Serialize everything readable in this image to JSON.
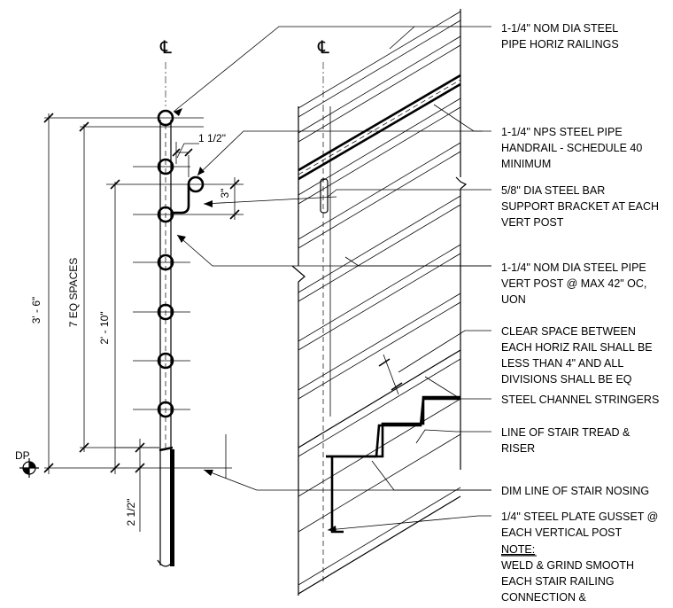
{
  "drawing": {
    "centerline_symbol": "℄",
    "datum_label": "DP",
    "dimensions": {
      "overall_height": "3' - 6\"",
      "eq_spaces": "7 EQ SPACES",
      "upper_height": "2' - 10\"",
      "bottom_offset": "2 1/2\"",
      "bracket_offset": "1 1/2\"",
      "bracket_drop": "3\""
    },
    "callouts": [
      {
        "lines": [
          "1-1/4\" NOM DIA STEEL",
          "PIPE HORIZ RAILINGS"
        ]
      },
      {
        "lines": [
          "1-1/4\" NPS STEEL PIPE",
          "HANDRAIL - SCHEDULE 40",
          "MINIMUM"
        ]
      },
      {
        "lines": [
          "5/8\" DIA STEEL BAR",
          "SUPPORT BRACKET AT EACH",
          "VERT POST"
        ]
      },
      {
        "lines": [
          "1-1/4\" NOM DIA STEEL PIPE",
          "VERT POST @ MAX 42\" OC,",
          "UON"
        ]
      },
      {
        "lines": [
          "CLEAR SPACE BETWEEN",
          "EACH HORIZ RAIL SHALL BE",
          "LESS THAN 4\" AND ALL",
          "DIVISIONS SHALL BE EQ"
        ]
      },
      {
        "lines": [
          "STEEL CHANNEL STRINGERS"
        ]
      },
      {
        "lines": [
          "LINE OF STAIR TREAD &",
          "RISER"
        ]
      },
      {
        "lines": [
          "DIM LINE OF STAIR NOSING"
        ]
      },
      {
        "lines": [
          "1/4\" STEEL PLATE GUSSET @",
          "EACH VERTICAL POST"
        ]
      }
    ],
    "note": {
      "title": "NOTE:",
      "lines": [
        "WELD & GRIND SMOOTH",
        "EACH STAIR RAILING",
        "CONNECTION &"
      ]
    }
  }
}
